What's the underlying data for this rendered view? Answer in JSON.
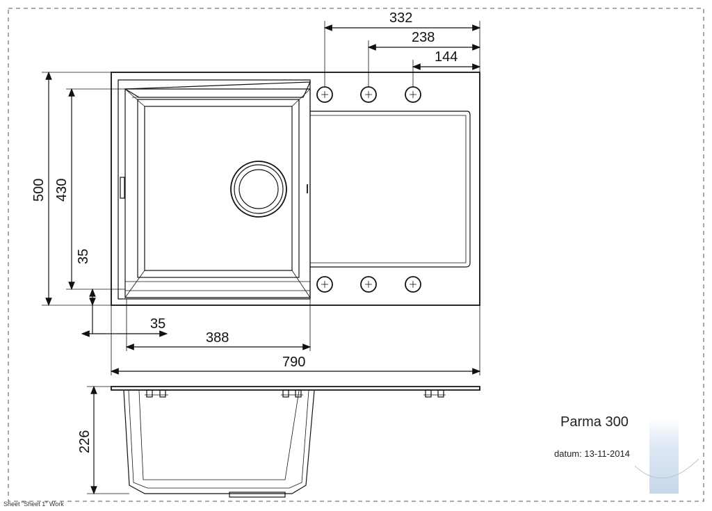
{
  "title": {
    "product": "Parma 300"
  },
  "datum": {
    "label": "datum:",
    "value": "13-11-2014"
  },
  "sheet": {
    "label": "Sheet \"Sheet 1\" Work"
  },
  "dimensions": {
    "d332": "332",
    "d238": "238",
    "d144": "144",
    "d500": "500",
    "d430": "430",
    "d35_vertical": "35",
    "d35_horizontal": "35",
    "d388": "388",
    "d790": "790",
    "d226": "226"
  },
  "colors": {
    "line": "#111111",
    "frame": "#555555",
    "logo": "#c8d8ea"
  }
}
